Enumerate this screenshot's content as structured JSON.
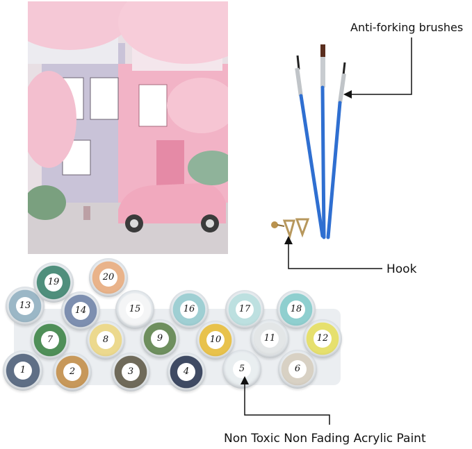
{
  "labels": {
    "brushes": "Anti-forking brushes",
    "hook": "Hook",
    "paint": "Non Toxic Non Fading Acrylic Paint"
  },
  "paint_pots": [
    {
      "number": "1",
      "color": "#5f6f86"
    },
    {
      "number": "2",
      "color": "#c7985a"
    },
    {
      "number": "3",
      "color": "#6f6a5a"
    },
    {
      "number": "4",
      "color": "#3f4a63"
    },
    {
      "number": "5",
      "color": "#e9eef0"
    },
    {
      "number": "6",
      "color": "#d8d1c4"
    },
    {
      "number": "7",
      "color": "#4f8f58"
    },
    {
      "number": "8",
      "color": "#ecd98e"
    },
    {
      "number": "9",
      "color": "#6e8f5e"
    },
    {
      "number": "10",
      "color": "#e8c24c"
    },
    {
      "number": "11",
      "color": "#e3e6e7"
    },
    {
      "number": "12",
      "color": "#e6e06e"
    },
    {
      "number": "13",
      "color": "#9bb7c6"
    },
    {
      "number": "14",
      "color": "#7d8fb0"
    },
    {
      "number": "15",
      "color": "#f4f5f6"
    },
    {
      "number": "16",
      "color": "#9fcfd3"
    },
    {
      "number": "17",
      "color": "#bde0e0"
    },
    {
      "number": "18",
      "color": "#8fcfcf"
    },
    {
      "number": "19",
      "color": "#4f8f7c"
    },
    {
      "number": "20",
      "color": "#e9b38a"
    }
  ]
}
